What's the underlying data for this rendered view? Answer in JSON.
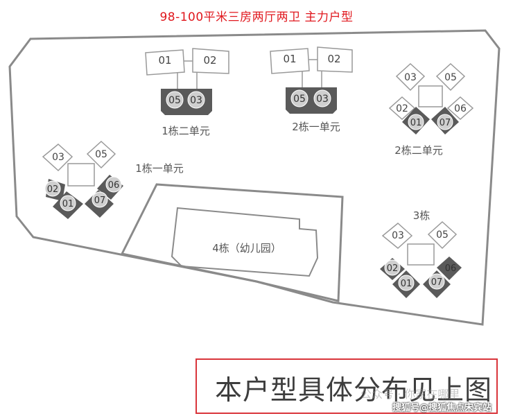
{
  "header": {
    "title": "98-100平米三房两厅两卫 主力户型"
  },
  "buildings": [
    {
      "label": "1栋二单元",
      "units": [
        "01",
        "02",
        "05",
        "03"
      ]
    },
    {
      "label": "2栋一单元",
      "units": [
        "01",
        "02",
        "05",
        "03"
      ]
    },
    {
      "label": "2栋二单元",
      "units": [
        "03",
        "05",
        "02",
        "06",
        "01",
        "07"
      ]
    },
    {
      "label": "1栋一单元",
      "units": [
        "03",
        "05",
        "02",
        "06",
        "01",
        "07"
      ]
    },
    {
      "label": "3栋",
      "units": [
        "03",
        "05",
        "02",
        "06",
        "01",
        "07"
      ]
    },
    {
      "label": "4栋（幼儿园）",
      "units": []
    }
  ],
  "note": {
    "text": "本户型具体分布见上图"
  },
  "watermark": {
    "text": "公众号 · 你家在哪里"
  },
  "credit": {
    "text": "搜狐号@搜狐焦点宋宾站"
  },
  "colors": {
    "title": "#e0161c",
    "highlight": "#5a5a5a",
    "outline": "#888888",
    "box": "#d9343a"
  }
}
